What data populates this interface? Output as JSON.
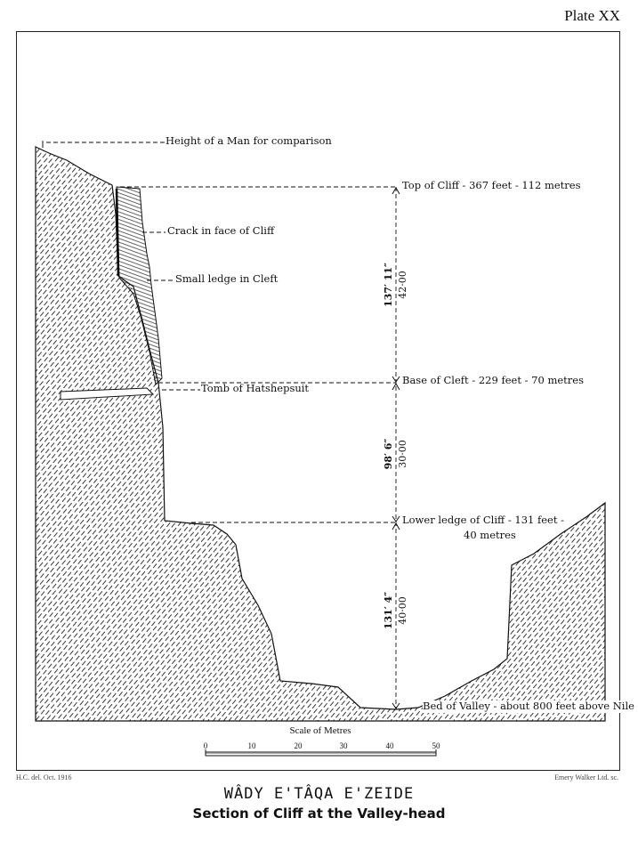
{
  "plate_label": "Plate XX",
  "annotations": {
    "man": "Height of a Man for comparison",
    "top_of_cliff": "Top of Cliff - 367 feet - 112 metres",
    "crack": "Crack in face of Cliff",
    "small_ledge": "Small ledge in Cleft",
    "base_of_cleft": "Base of Cleft - 229 feet - 70 metres",
    "tomb": "Tomb of Hatshepsuit",
    "lower_ledge_1": "Lower ledge of Cliff - 131 feet -",
    "lower_ledge_2": "40 metres",
    "bed_of_valley": "Bed of Valley - about 800 feet above Nile"
  },
  "dimensions": [
    {
      "feet": "137′ 11″",
      "metres": "42·00"
    },
    {
      "feet": "98′ 6″",
      "metres": "30·00"
    },
    {
      "feet": "131′ 4″",
      "metres": "40·00"
    }
  ],
  "scale": {
    "title": "Scale of Metres",
    "ticks": [
      "0",
      "10",
      "20",
      "30",
      "40",
      "50"
    ]
  },
  "footer": {
    "left_credit": "H.C. del. Oct. 1916",
    "right_credit": "Emery Walker Ltd. sc.",
    "title": "WÂDY E'TÂQA E'ZEIDE",
    "subtitle": "Section of Cliff at the Valley-head"
  }
}
